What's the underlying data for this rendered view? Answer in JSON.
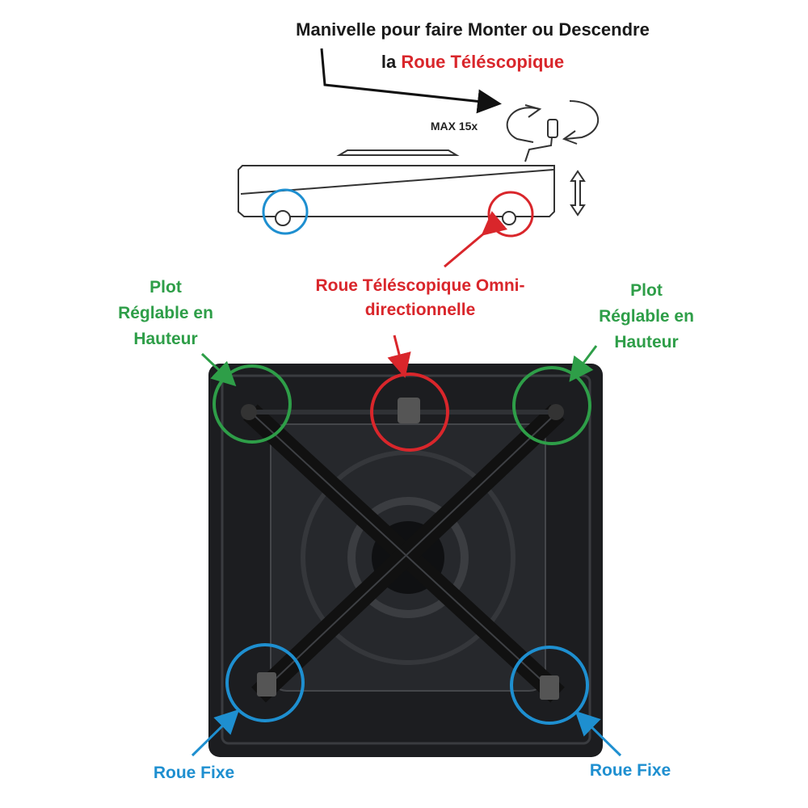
{
  "header": {
    "line1": "Manivelle pour faire Monter ou Descendre",
    "line2_prefix": "la",
    "line2_highlight": "Roue Téléscopique"
  },
  "side_view": {
    "max_turns": "MAX 15x"
  },
  "labels": {
    "center_wheel_line1": "Roue Téléscopique Omni-",
    "center_wheel_line2": "directionnelle",
    "left_plot": [
      "Plot",
      "Réglable en",
      "Hauteur"
    ],
    "right_plot": [
      "Plot",
      "Réglable en",
      "Hauteur"
    ],
    "left_fixed_wheel": "Roue Fixe",
    "right_fixed_wheel": "Roue Fixe"
  },
  "colors": {
    "red": "#d9262b",
    "green": "#2e9e48",
    "blue": "#1e8fd0",
    "base": "#1c1d20"
  }
}
